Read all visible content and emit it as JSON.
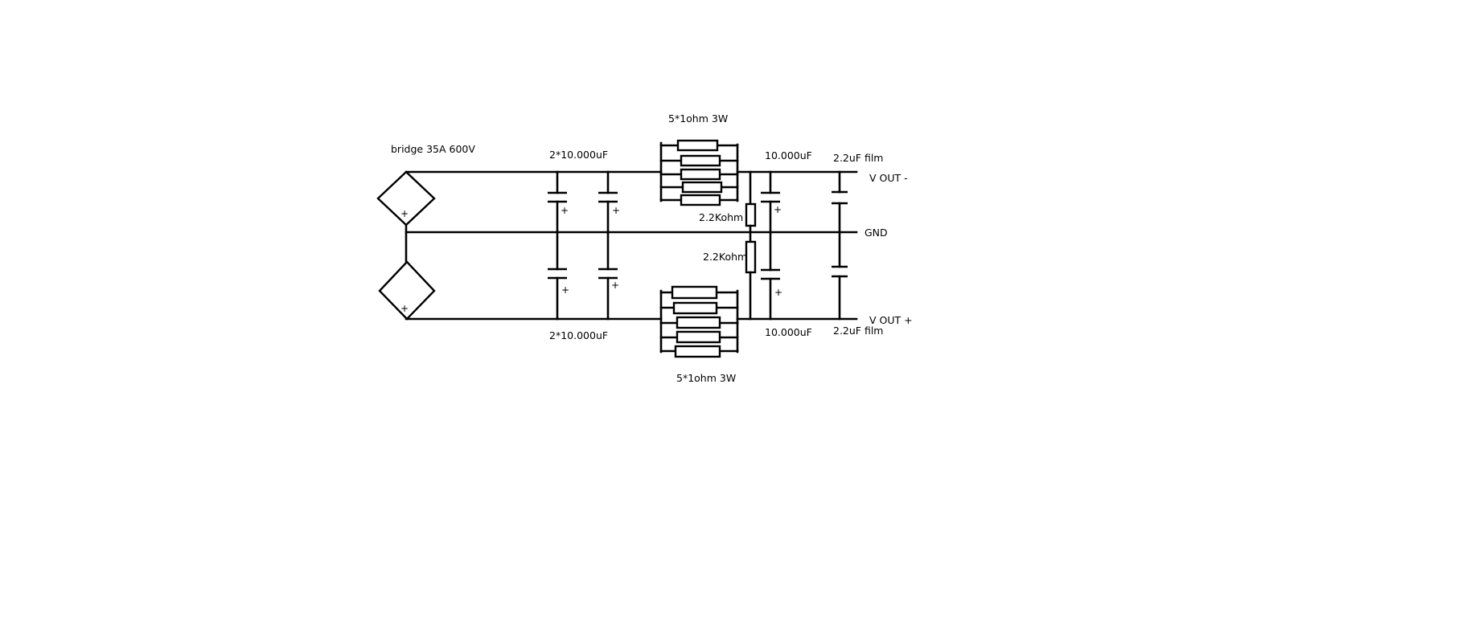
{
  "diagram": {
    "labels": {
      "bridge": "bridge 35A 600V",
      "top_bulk_caps": "2*10.000uF",
      "bottom_bulk_caps": "2*10.000uF",
      "top_resistor_bank": "5*1ohm 3W",
      "bottom_resistor_bank": "5*1ohm 3W",
      "top_output_cap": "10.000uF",
      "bottom_output_cap": "10.000uF",
      "top_film_cap": "2.2uF film",
      "bottom_film_cap": "2.2uF film",
      "top_bleeder": "2.2Kohm",
      "bottom_bleeder": "2.2Kohm",
      "v_out_negative": "V OUT -",
      "ground": "GND",
      "v_out_positive": "V OUT +"
    },
    "polarity_mark": "+",
    "line_color": "#000000",
    "background_color": "#ffffff"
  }
}
